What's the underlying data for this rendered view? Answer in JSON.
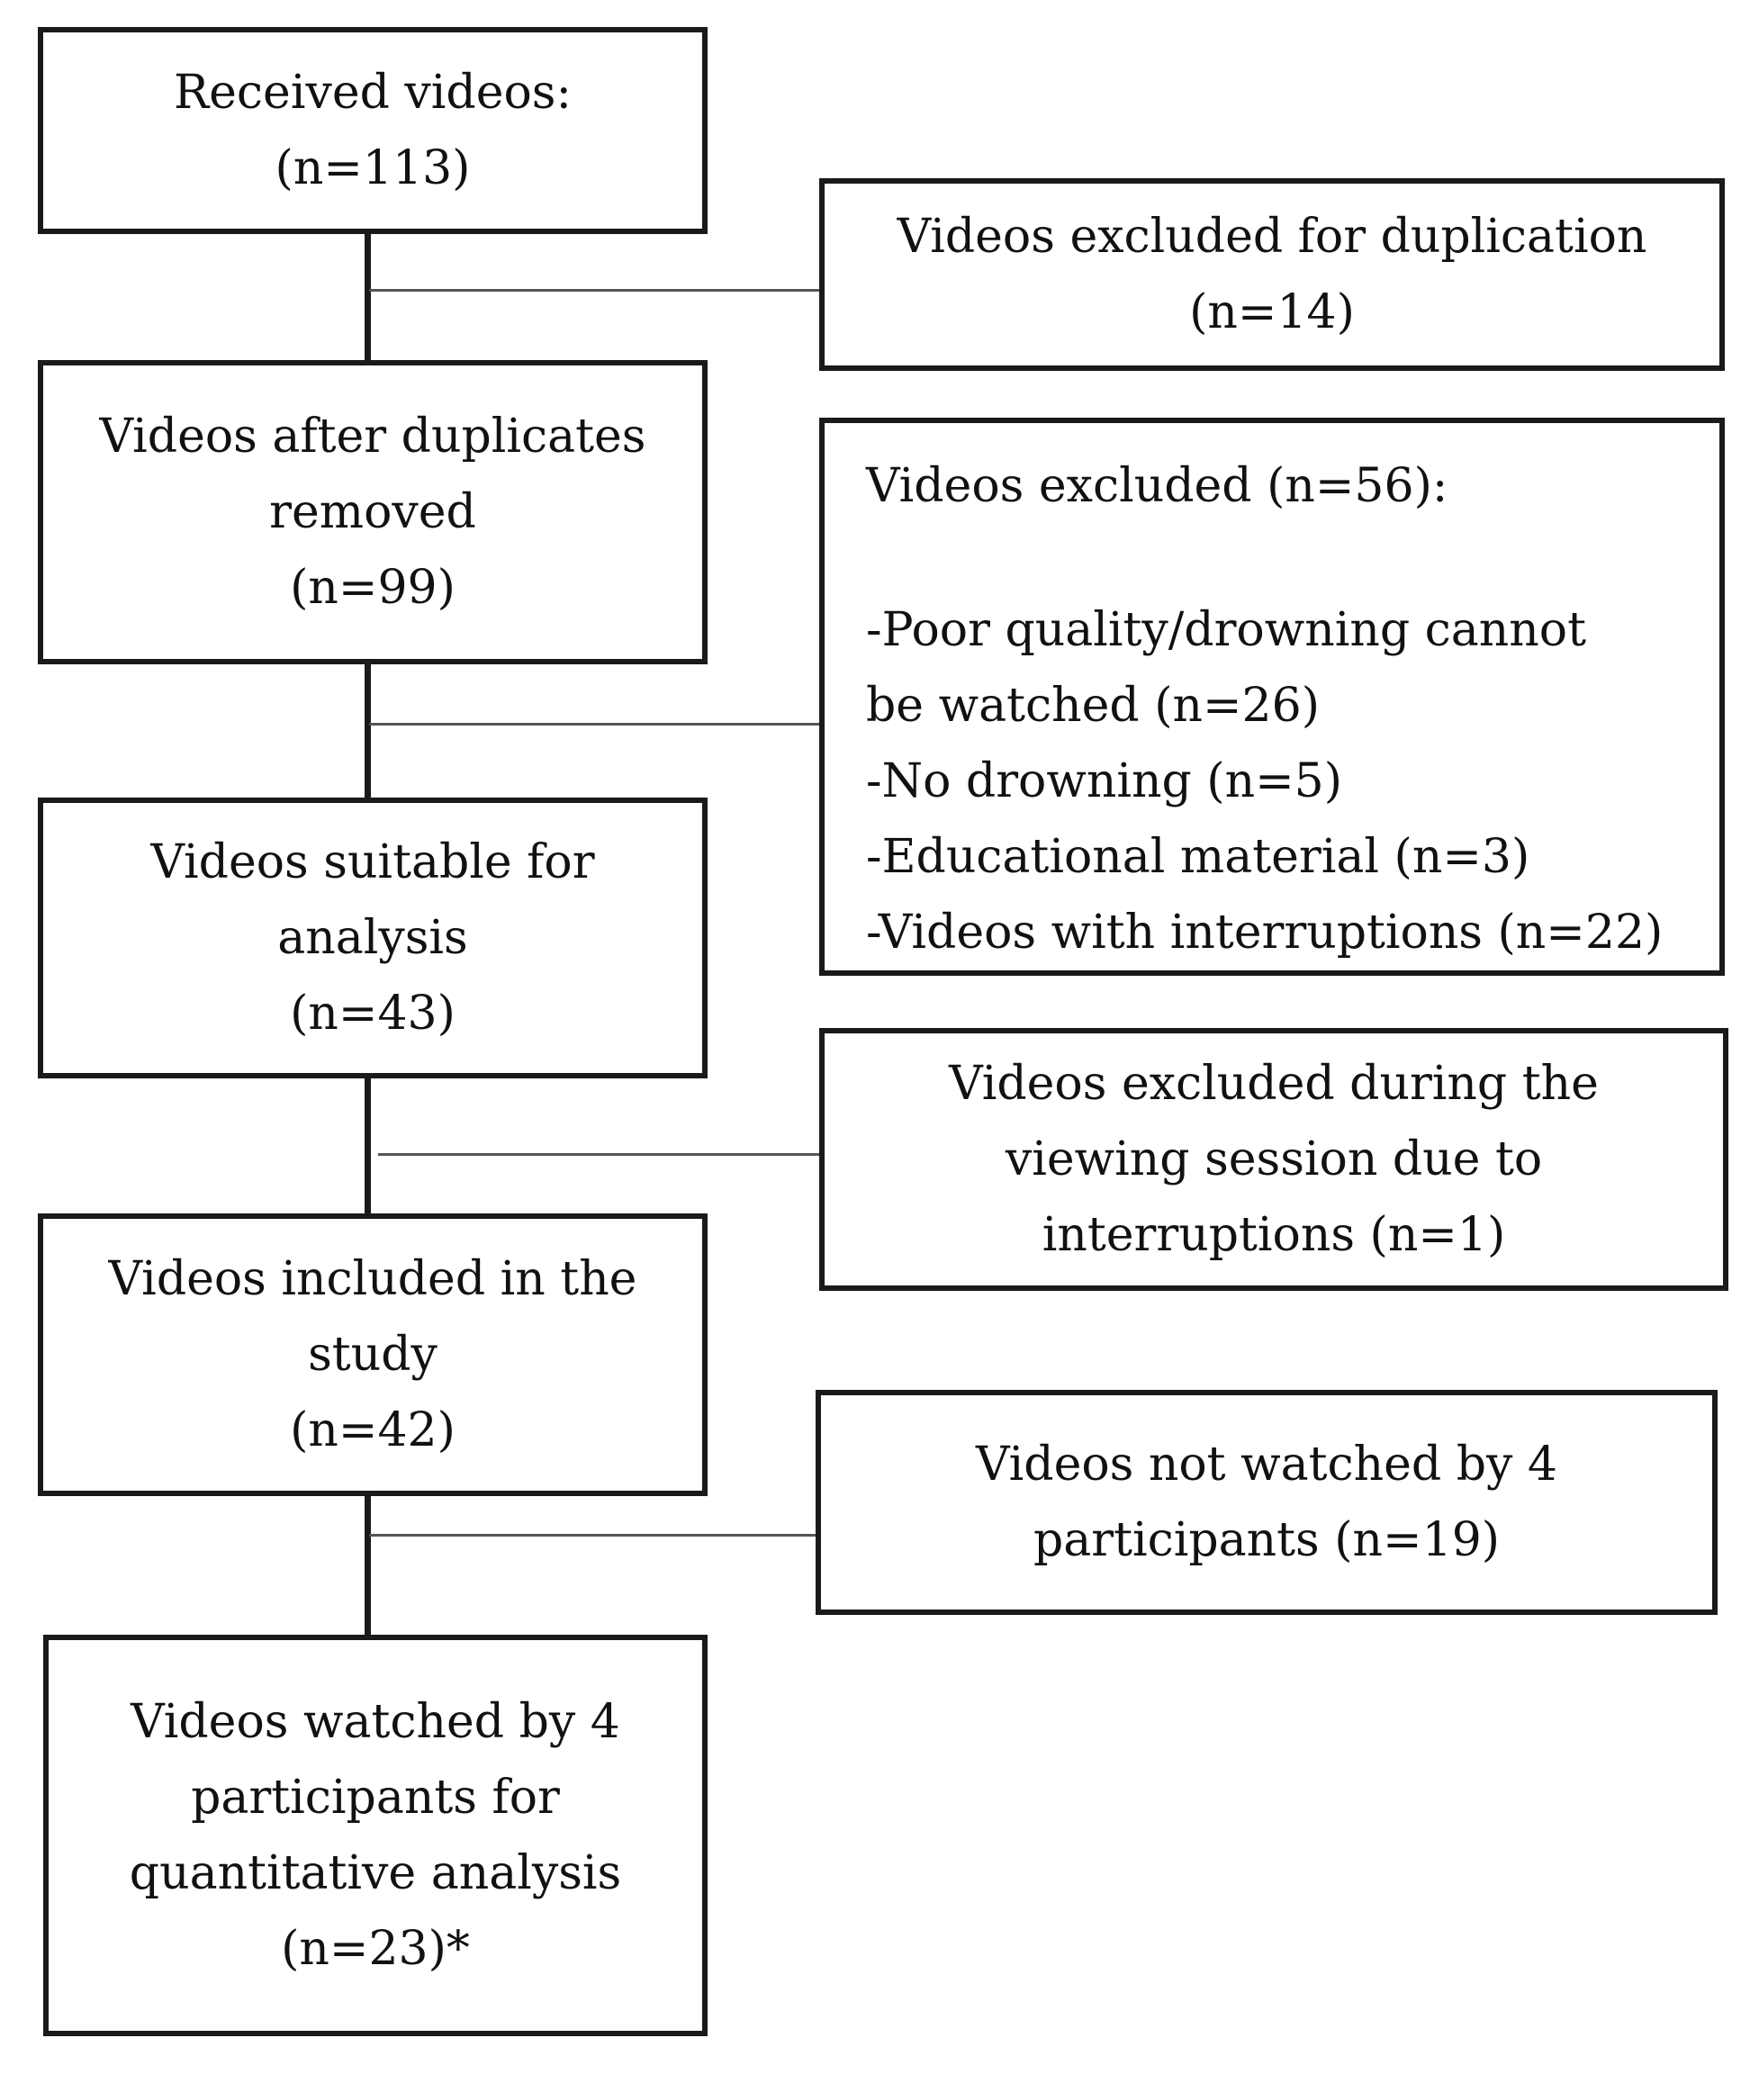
{
  "flowchart": {
    "main_steps": [
      {
        "lines": [
          "Received videos:",
          "(n=113)"
        ]
      },
      {
        "lines": [
          "Videos after duplicates",
          "removed",
          "(n=99)"
        ]
      },
      {
        "lines": [
          "Videos suitable for",
          "analysis",
          "(n=43)"
        ]
      },
      {
        "lines": [
          "Videos included in the",
          "study",
          "(n=42)"
        ]
      },
      {
        "lines": [
          "Videos watched by 4",
          "participants for",
          "quantitative analysis",
          "(n=23)*"
        ]
      }
    ],
    "exclusions": [
      {
        "lines": [
          "Videos excluded for duplication",
          "(n=14)"
        ]
      },
      {
        "header": "Videos excluded (n=56):",
        "items": [
          "-Poor quality/drowning cannot",
          "be watched (n=26)",
          "-No drowning (n=5)",
          "-Educational material (n=3)",
          "-Videos with interruptions (n=22)"
        ]
      },
      {
        "lines": [
          "Videos excluded during the",
          "viewing session due to",
          "interruptions (n=1)"
        ]
      },
      {
        "lines": [
          "Videos not watched by 4",
          "participants (n=19)"
        ]
      }
    ]
  }
}
